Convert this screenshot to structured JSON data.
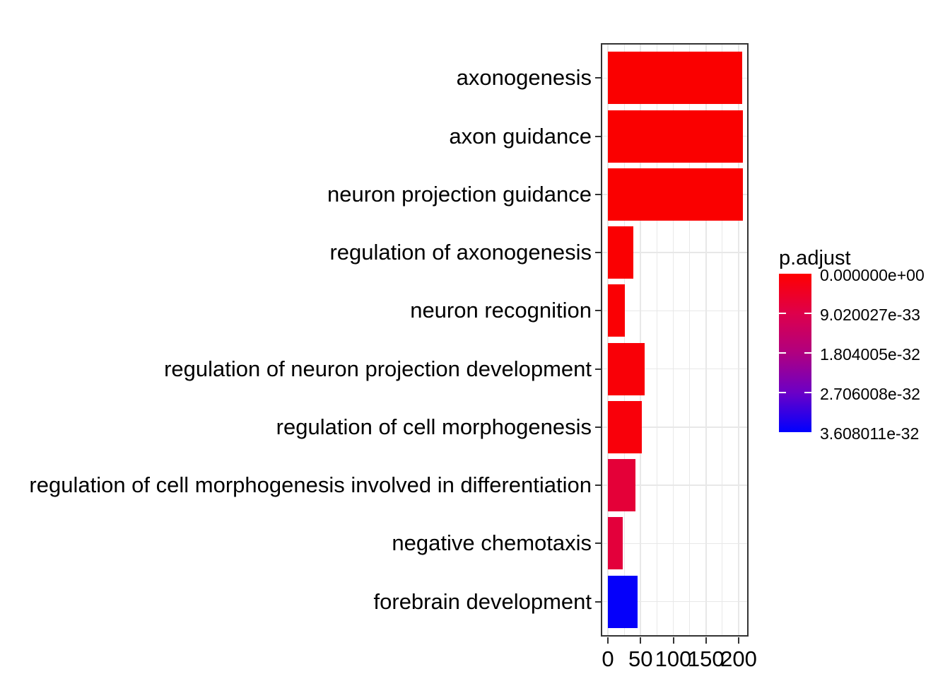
{
  "chart_data": {
    "type": "bar",
    "orientation": "horizontal",
    "title": "",
    "xlabel": "",
    "ylabel": "",
    "categories": [
      "axonogenesis",
      "axon guidance",
      "neuron projection guidance",
      "regulation of axonogenesis",
      "neuron recognition",
      "regulation of neuron projection development",
      "regulation of cell morphogenesis",
      "regulation of cell morphogenesis involved in differentiation",
      "negative chemotaxis",
      "forebrain development"
    ],
    "values": [
      205,
      207,
      206,
      39,
      26,
      56,
      52,
      42,
      23,
      45
    ],
    "bar_colors": [
      "#fa0000",
      "#fa0000",
      "#fa0000",
      "#fa0002",
      "#fa0004",
      "#f90007",
      "#f9000a",
      "#e40038",
      "#e3003b",
      "#0500fa"
    ],
    "x_ticks": [
      0,
      50,
      100,
      150,
      200
    ],
    "x_tick_labels": [
      "0",
      "50",
      "100",
      "150",
      "200"
    ],
    "x_minor_ticks": [
      25,
      75,
      125,
      175
    ],
    "xlim": [
      -11,
      216
    ],
    "grid": true,
    "panel_background": "#ffffff",
    "grid_color": "#e8e8e8",
    "border_color": "#333333",
    "legend": {
      "title": "p.adjust",
      "position": "right",
      "tick_labels": [
        "0.000000e+00",
        "9.020027e-33",
        "1.804005e-32",
        "2.706008e-32",
        "3.608011e-32"
      ],
      "gradient_stops": [
        "#ff0000",
        "#de004b",
        "#b00080",
        "#6c00c6",
        "#0000ff"
      ],
      "high_color": "#ff0000",
      "low_color": "#0000ff"
    }
  }
}
